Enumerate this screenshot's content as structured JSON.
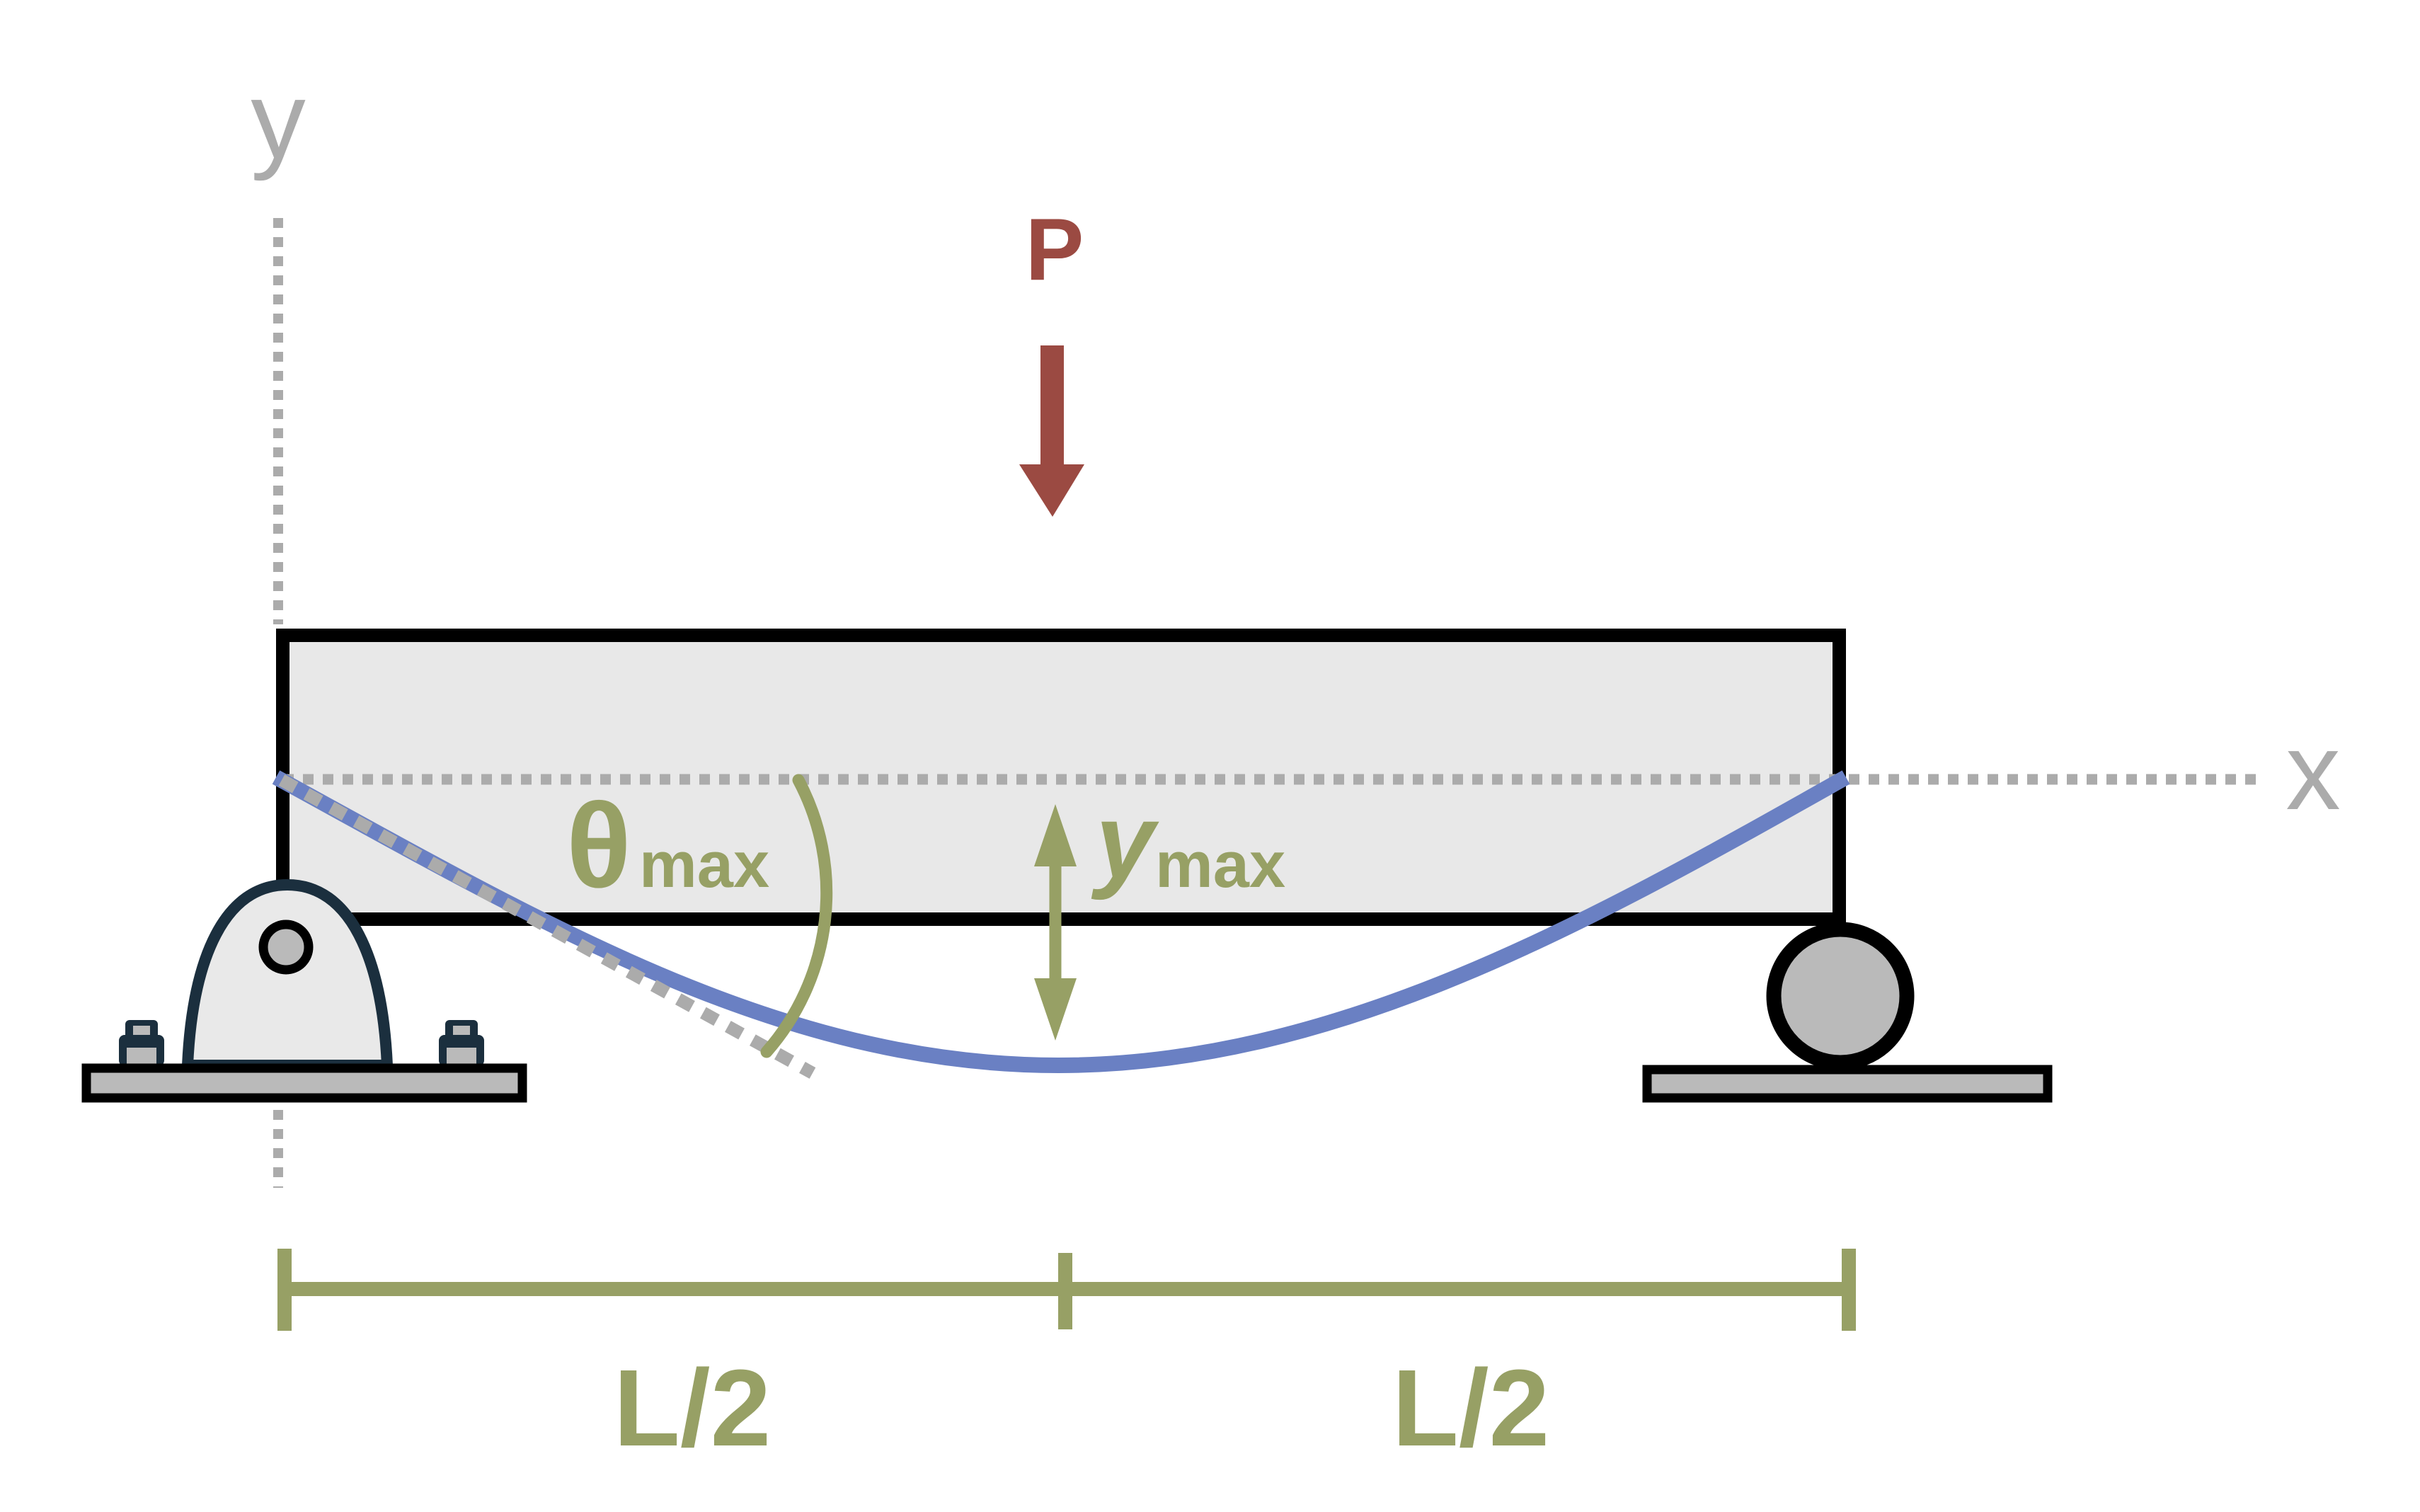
{
  "colors": {
    "olive": "#97A065",
    "red": "#9B4A42",
    "blue": "#6A80C3",
    "gray": "#ABABAB",
    "beam_fill": "#E8E8E8",
    "beam_stroke": "#000000",
    "support_outline": "#1B2F3E",
    "support_fill": "#E9E9E9",
    "metal": "#BABABA",
    "background": "#FFFFFF"
  },
  "labels": {
    "y_axis": "y",
    "x_axis": "x",
    "load": "P",
    "slope_symbol": "θ",
    "slope_subscript": "max",
    "deflection_symbol": "y",
    "deflection_subscript": "max",
    "left_span": "L/2",
    "right_span": "L/2"
  }
}
